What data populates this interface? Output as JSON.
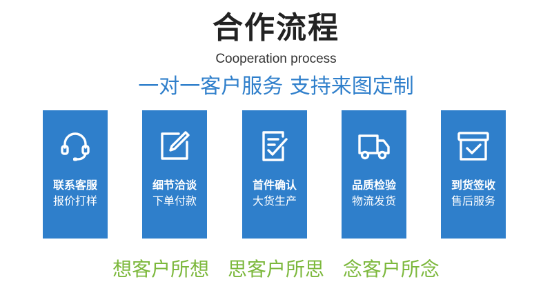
{
  "title": "合作流程",
  "subtitle": "Cooperation process",
  "tagline": "一对一客户服务 支持来图定制",
  "colors": {
    "card_bg": "#2f7fcb",
    "tagline": "#2f7fcb",
    "slogan": "#7cb83c",
    "title": "#222222"
  },
  "steps": [
    {
      "icon": "headset-icon",
      "line1": "联系客服",
      "line2": "报价打样"
    },
    {
      "icon": "edit-icon",
      "line1": "细节洽谈",
      "line2": "下单付款"
    },
    {
      "icon": "checklist-icon",
      "line1": "首件确认",
      "line2": "大货生产"
    },
    {
      "icon": "delivery-truck-icon",
      "line1": "品质检验",
      "line2": "物流发货"
    },
    {
      "icon": "package-check-icon",
      "line1": "到货签收",
      "line2": "售后服务"
    }
  ],
  "slogans": [
    "想客户所想",
    "思客户所思",
    "念客户所念"
  ]
}
